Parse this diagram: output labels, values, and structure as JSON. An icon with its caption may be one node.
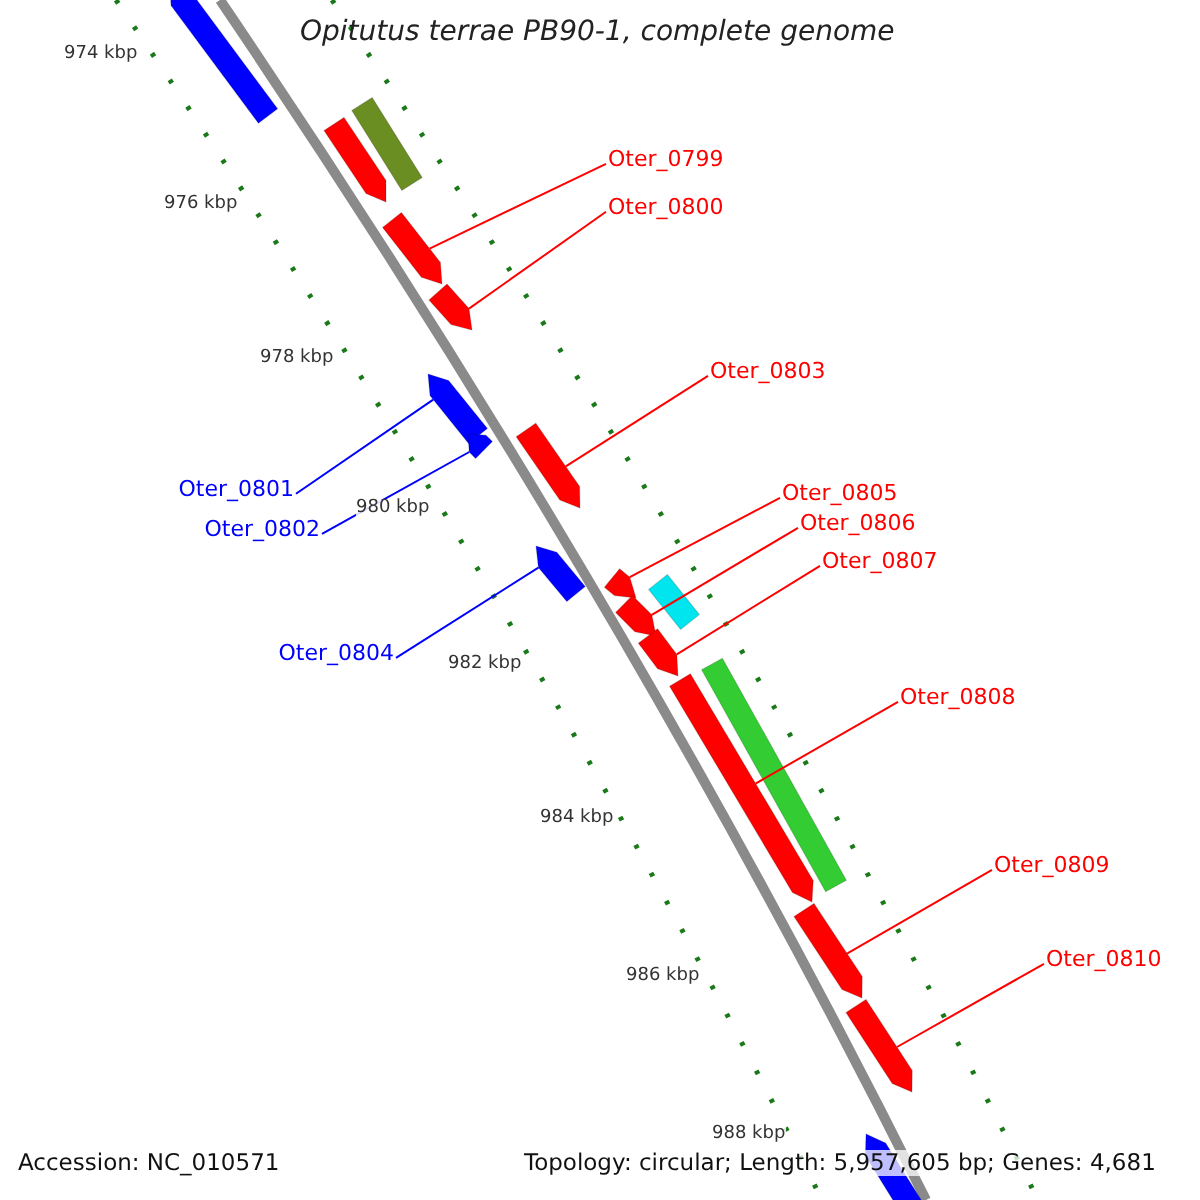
{
  "diagram": {
    "title": "Opitutus terrae PB90-1, complete genome",
    "nodes": [
      {
        "text": [
          "Oter_0799"
        ]
      },
      {
        "text": [
          "Oter_0800"
        ]
      },
      {
        "text": [
          "Oter_0803"
        ]
      },
      {
        "text": [
          "Oter_0801"
        ]
      },
      {
        "text": [
          "Oter_0805"
        ]
      },
      {
        "text": [
          "Oter_0806"
        ]
      },
      {
        "text": [
          "Oter_0802"
        ]
      },
      {
        "text": [
          "Oter_0807"
        ]
      },
      {
        "text": [
          "Oter_0804"
        ]
      },
      {
        "text": [
          "Oter_0808"
        ]
      },
      {
        "text": [
          "Oter_0809"
        ]
      },
      {
        "text": [
          "Oter_0810"
        ]
      },
      {
        "text": [],
        "shape": "arrow"
      },
      {
        "text": [],
        "shape": "box"
      },
      {
        "text": [],
        "shape": "arrow"
      },
      {
        "text": [],
        "shape": "arrow"
      },
      {
        "text": [],
        "shape": "arrow"
      },
      {
        "text": [],
        "shape": "arrow"
      },
      {
        "text": [],
        "shape": "arrow"
      },
      {
        "text": [],
        "shape": "arrow"
      },
      {
        "text": [],
        "shape": "arrow"
      },
      {
        "text": [],
        "shape": "arrow"
      },
      {
        "text": [],
        "shape": "box"
      },
      {
        "text": [],
        "shape": "arrow"
      },
      {
        "text": [],
        "shape": "arrow"
      },
      {
        "text": [],
        "shape": "box"
      },
      {
        "text": [],
        "shape": "arrow"
      },
      {
        "text": [],
        "shape": "arrow"
      },
      {
        "text": [],
        "shape": "arrow"
      },
      {
        "text": [],
        "shape": "arrow"
      }
    ],
    "edges": [
      {
        "from": 0,
        "to": 15,
        "arrow": "none"
      },
      {
        "from": 1,
        "to": 16,
        "arrow": "none"
      },
      {
        "from": 2,
        "to": 19,
        "arrow": "none"
      },
      {
        "from": 3,
        "to": 17,
        "arrow": "none",
        "color": "#0000ff"
      },
      {
        "from": 4,
        "to": 21,
        "arrow": "none"
      },
      {
        "from": 5,
        "to": 23,
        "arrow": "none"
      },
      {
        "from": 6,
        "to": 18,
        "arrow": "none",
        "color": "#0000ff"
      },
      {
        "from": 7,
        "to": 24,
        "arrow": "none"
      },
      {
        "from": 8,
        "to": 20,
        "arrow": "none",
        "color": "#0000ff"
      },
      {
        "from": 9,
        "to": 26,
        "arrow": "none"
      },
      {
        "from": 10,
        "to": 27,
        "arrow": "none"
      },
      {
        "from": 11,
        "to": 28,
        "arrow": "none"
      }
    ],
    "labels": [
      "974 kbp",
      "976 kbp",
      "978 kbp",
      "980 kbp",
      "982 kbp",
      "984 kbp",
      "986 kbp",
      "988 kbp",
      "Accession: NC_010571",
      "Topology: circular; Length: 5,957,605 bp; Genes: 4,681"
    ]
  }
}
